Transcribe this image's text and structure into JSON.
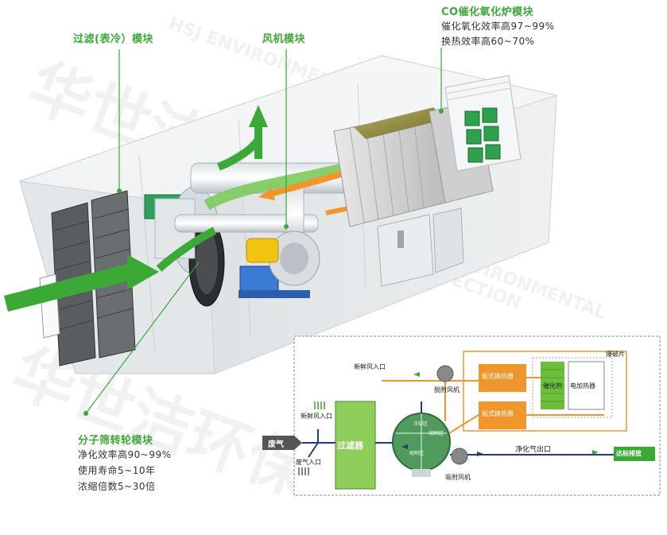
{
  "watermark": {
    "cn": "华世洁环保",
    "en": "HSJ ENVIRONMENTAL PROTECTION"
  },
  "modules": {
    "filter": {
      "title": "过滤(表冷）模块"
    },
    "fan": {
      "title": "风机模块"
    },
    "co": {
      "title": "CO催化氧化炉模块",
      "specs": [
        "催化氧化效率高97~99%",
        "换热效率高60~70%"
      ]
    },
    "rotor": {
      "title": "分子筛转轮模块",
      "specs": [
        "净化效率高90~99%",
        "使用寿命5~10年",
        "浓缩倍数5~30倍"
      ]
    }
  },
  "flow": {
    "waste_gas": "废气",
    "filter_box": "过滤器",
    "fresh_air_in_top": "新鲜风入口",
    "fresh_air_in_mid": "新鲜风入口",
    "exhaust_in": "废气入口",
    "desorption_fan": "脱附风机",
    "adsorption_fan": "吸附风机",
    "plate_hx_top": "板式换热器",
    "plate_hx_bottom": "板式换热器",
    "catalyst": "催化剂",
    "heater": "电加热器",
    "burst_disc": "爆破片",
    "clean_outlet": "净化气出口",
    "discharge": "达标排放",
    "zone_cool": "冷却区",
    "zone_desorb": "脱附区",
    "zone_adsorb": "吸附区"
  },
  "colors": {
    "accent_green": "#3aa935",
    "flow_orange": "#f0962d",
    "pipe_blue": "#1f3d7a",
    "waste_box": "#555555"
  }
}
